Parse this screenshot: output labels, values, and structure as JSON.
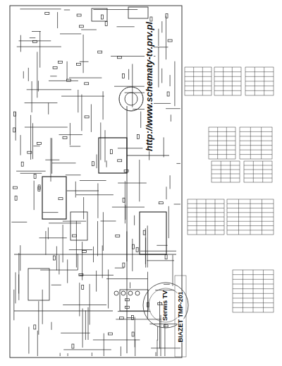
{
  "diagram": {
    "labels": [
      "http://www.schematy-tv.prv.pl",
      "BIAZET TMP-201",
      "Serwis TV"
    ]
  }
}
